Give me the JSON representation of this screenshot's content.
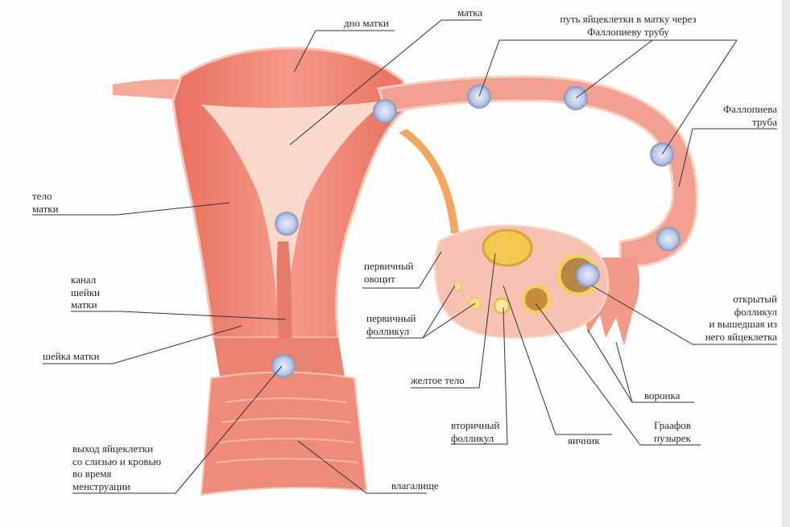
{
  "colors": {
    "tissue": "#ef8a7a",
    "tissue_light": "#f9c9bb",
    "tissue_dark": "#d9604f",
    "ovary": "#f7b7a6",
    "follicle": "#f2c94c",
    "line": "#333333"
  },
  "labels": {
    "fundus": "дно матки",
    "uterus": "матка",
    "egg_path_1": "путь яйцеклетки в матку через",
    "egg_path_2": "Фаллопиеву трубу",
    "tube_1": "Фаллопиева",
    "tube_2": "труба",
    "body_1": "тело",
    "body_2": "матки",
    "canal_1": "канал",
    "canal_2": "шейки",
    "canal_3": "матки",
    "cervix": "шейка матки",
    "exit_1": "выход яйцеклетки",
    "exit_2": "со слизью и кровью",
    "exit_3": "во время",
    "exit_4": "менструации",
    "vagina": "влагалище",
    "oocyte_1": "первичный",
    "oocyte_2": "овоцит",
    "pfoll_1": "первичный",
    "pfoll_2": "фолликул",
    "corpus_luteum": "желтое тело",
    "sfoll_1": "вторичный",
    "sfoll_2": "фолликул",
    "ovary": "яичник",
    "graaf_1": "Граафов",
    "graaf_2": "пузырек",
    "infundibulum": "воронка",
    "open_1": "открытый",
    "open_2": "фолликул",
    "open_3": "и вышедшая из",
    "open_4": "него яйцеклетка"
  }
}
